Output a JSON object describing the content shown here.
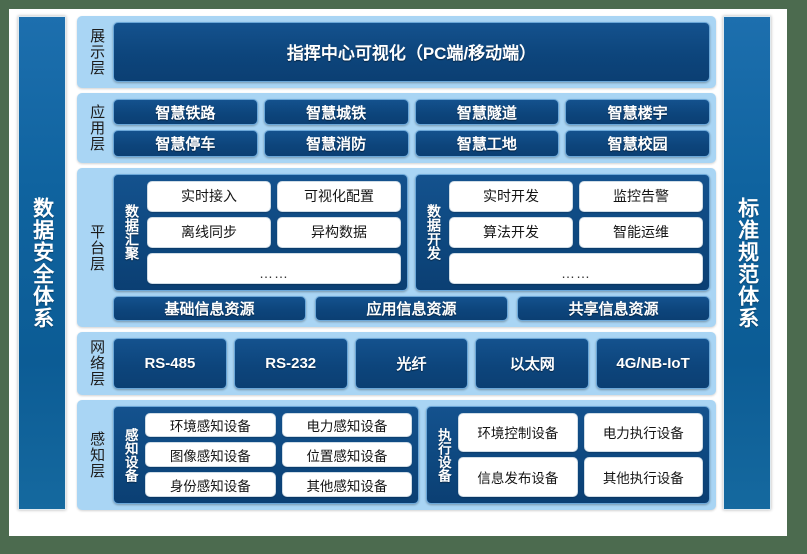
{
  "colors": {
    "background": "#4c6b4f",
    "frame": "#ffffff",
    "side_bar": "#0f639f",
    "layer_panel": "#a9d5f4",
    "navy_box": "#0d457c",
    "white_pill": "#ffffff"
  },
  "side_bars": {
    "left": "数据安全体系",
    "right": "标准规范体系"
  },
  "layers": {
    "display": {
      "label": "展示层",
      "banner": "指挥中心可视化（PC端/移动端）"
    },
    "application": {
      "label": "应用层",
      "row1": [
        "智慧铁路",
        "智慧城铁",
        "智慧隧道",
        "智慧楼宇"
      ],
      "row2": [
        "智慧停车",
        "智慧消防",
        "智慧工地",
        "智慧校园"
      ]
    },
    "platform": {
      "label": "平台层",
      "modules": [
        {
          "label": "数据汇聚",
          "row1": [
            "实时接入",
            "可视化配置"
          ],
          "row2": [
            "离线同步",
            "异构数据"
          ],
          "row3": "……"
        },
        {
          "label": "数据开发",
          "row1": [
            "实时开发",
            "监控告警"
          ],
          "row2": [
            "算法开发",
            "智能运维"
          ],
          "row3": "……"
        }
      ],
      "resources": [
        "基础信息资源",
        "应用信息资源",
        "共享信息资源"
      ]
    },
    "network": {
      "label": "网络层",
      "items": [
        "RS-485",
        "RS-232",
        "光纤",
        "以太网",
        "4G/NB-IoT"
      ]
    },
    "sensing": {
      "label": "感知层",
      "modules": [
        {
          "label": "感知设备",
          "row1": [
            "环境感知设备",
            "电力感知设备"
          ],
          "row2": [
            "图像感知设备",
            "位置感知设备"
          ],
          "row3": [
            "身份感知设备",
            "其他感知设备"
          ]
        },
        {
          "label": "执行设备",
          "row1": [
            "环境控制设备",
            "电力执行设备"
          ],
          "row2": [
            "信息发布设备",
            "其他执行设备"
          ]
        }
      ]
    }
  }
}
